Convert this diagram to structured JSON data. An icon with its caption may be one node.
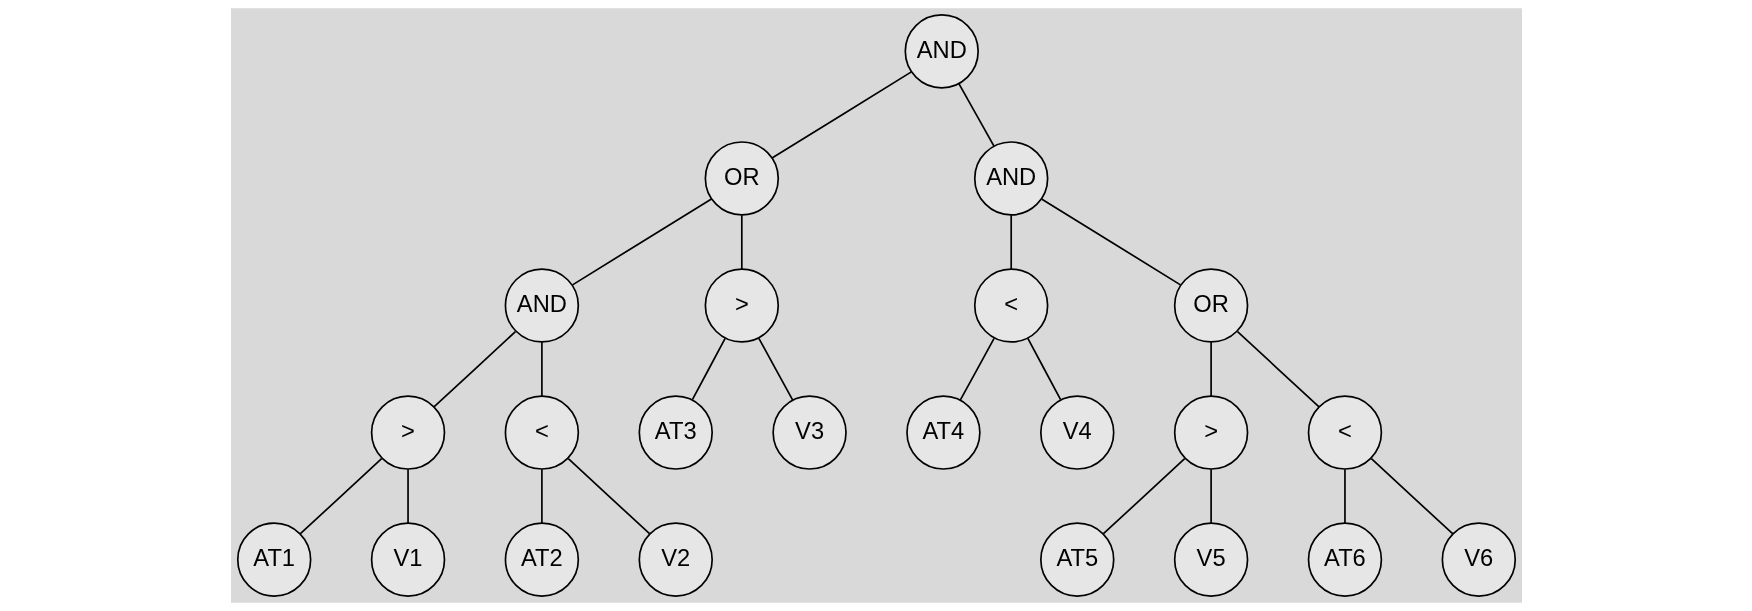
{
  "diagram": {
    "nodes": [
      {
        "text": [
          "AND"
        ]
      },
      {
        "text": [
          "OR"
        ]
      },
      {
        "text": [
          "AND"
        ]
      },
      {
        "text": [
          "AND"
        ]
      },
      {
        "text": [
          ">"
        ]
      },
      {
        "text": [
          "<"
        ]
      },
      {
        "text": [
          "OR"
        ]
      },
      {
        "text": [
          ">"
        ]
      },
      {
        "text": [
          "<"
        ]
      },
      {
        "text": [
          "AT3"
        ]
      },
      {
        "text": [
          "V3"
        ]
      },
      {
        "text": [
          "AT4"
        ]
      },
      {
        "text": [
          "V4"
        ]
      },
      {
        "text": [
          ">"
        ]
      },
      {
        "text": [
          "<"
        ]
      },
      {
        "text": [
          "AT1"
        ]
      },
      {
        "text": [
          "V1"
        ]
      },
      {
        "text": [
          "AT2"
        ]
      },
      {
        "text": [
          "V2"
        ]
      },
      {
        "text": [
          "AT5"
        ]
      },
      {
        "text": [
          "V5"
        ]
      },
      {
        "text": [
          "AT6"
        ]
      },
      {
        "text": [
          "V6"
        ]
      }
    ],
    "edges": [
      {
        "from": 0,
        "to": 1,
        "arrow": "none"
      },
      {
        "from": 0,
        "to": 2,
        "arrow": "none"
      },
      {
        "from": 1,
        "to": 3,
        "arrow": "none"
      },
      {
        "from": 1,
        "to": 4,
        "arrow": "none"
      },
      {
        "from": 2,
        "to": 5,
        "arrow": "none"
      },
      {
        "from": 2,
        "to": 6,
        "arrow": "none"
      },
      {
        "from": 3,
        "to": 7,
        "arrow": "none"
      },
      {
        "from": 3,
        "to": 8,
        "arrow": "none"
      },
      {
        "from": 4,
        "to": 9,
        "arrow": "none"
      },
      {
        "from": 4,
        "to": 10,
        "arrow": "none"
      },
      {
        "from": 5,
        "to": 11,
        "arrow": "none"
      },
      {
        "from": 5,
        "to": 12,
        "arrow": "none"
      },
      {
        "from": 6,
        "to": 13,
        "arrow": "none"
      },
      {
        "from": 6,
        "to": 14,
        "arrow": "none"
      },
      {
        "from": 7,
        "to": 15,
        "arrow": "none"
      },
      {
        "from": 7,
        "to": 16,
        "arrow": "none"
      },
      {
        "from": 8,
        "to": 17,
        "arrow": "none"
      },
      {
        "from": 8,
        "to": 18,
        "arrow": "none"
      },
      {
        "from": 13,
        "to": 19,
        "arrow": "none"
      },
      {
        "from": 13,
        "to": 20,
        "arrow": "none"
      },
      {
        "from": 14,
        "to": 21,
        "arrow": "none"
      },
      {
        "from": 14,
        "to": 22,
        "arrow": "none"
      }
    ]
  }
}
